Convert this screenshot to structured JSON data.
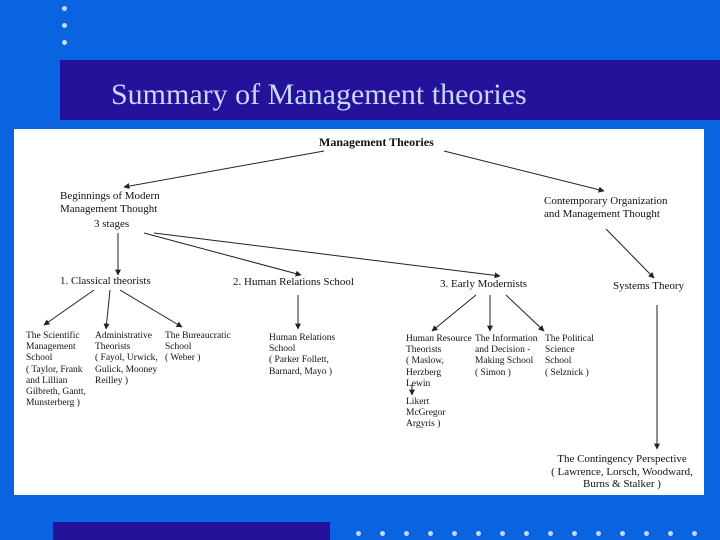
{
  "slide": {
    "title": "Summary of Management theories",
    "colors": {
      "background": "#0a63e0",
      "title_bar": "#24139a",
      "title_text": "#c9d6ff",
      "diagram_bg": "#ffffff"
    }
  },
  "diagram": {
    "root": "Management Theories",
    "beginnings": "Beginnings of Modern\nManagement Thought",
    "stages": "3 stages",
    "contemporary": "Contemporary Organization\nand Management Thought",
    "classical": "1. Classical theorists",
    "human_relations": "2. Human Relations School",
    "early_modernists": "3. Early Modernists",
    "systems": "Systems Theory",
    "scientific": "The Scientific\nManagement\nSchool\n( Taylor, Frank\nand Lillian\nGilbreth, Gantt,\nMunsterberg )",
    "administrative": "Administrative\nTheorists\n( Fayol, Urwick,\nGulick, Mooney\nReilley )",
    "bureaucratic": "The Bureaucratic\nSchool\n( Weber )",
    "hr_school": "Human Relations\nSchool\n( Parker Follett,\nBarnard, Mayo )",
    "hr_theorists": "Human Resource\nTheorists\n( Maslow,\nHerzberg\nLewin",
    "likert": "Likert\nMcGregor\nArgyris )",
    "information": "The Information\nand Decision -\nMaking School\n( Simon )",
    "political": "The Political\nScience\nSchool\n( Selznick )",
    "contingency": "The Contingency Perspective\n( Lawrence, Lorsch, Woodward,\nBurns & Stalker )"
  }
}
